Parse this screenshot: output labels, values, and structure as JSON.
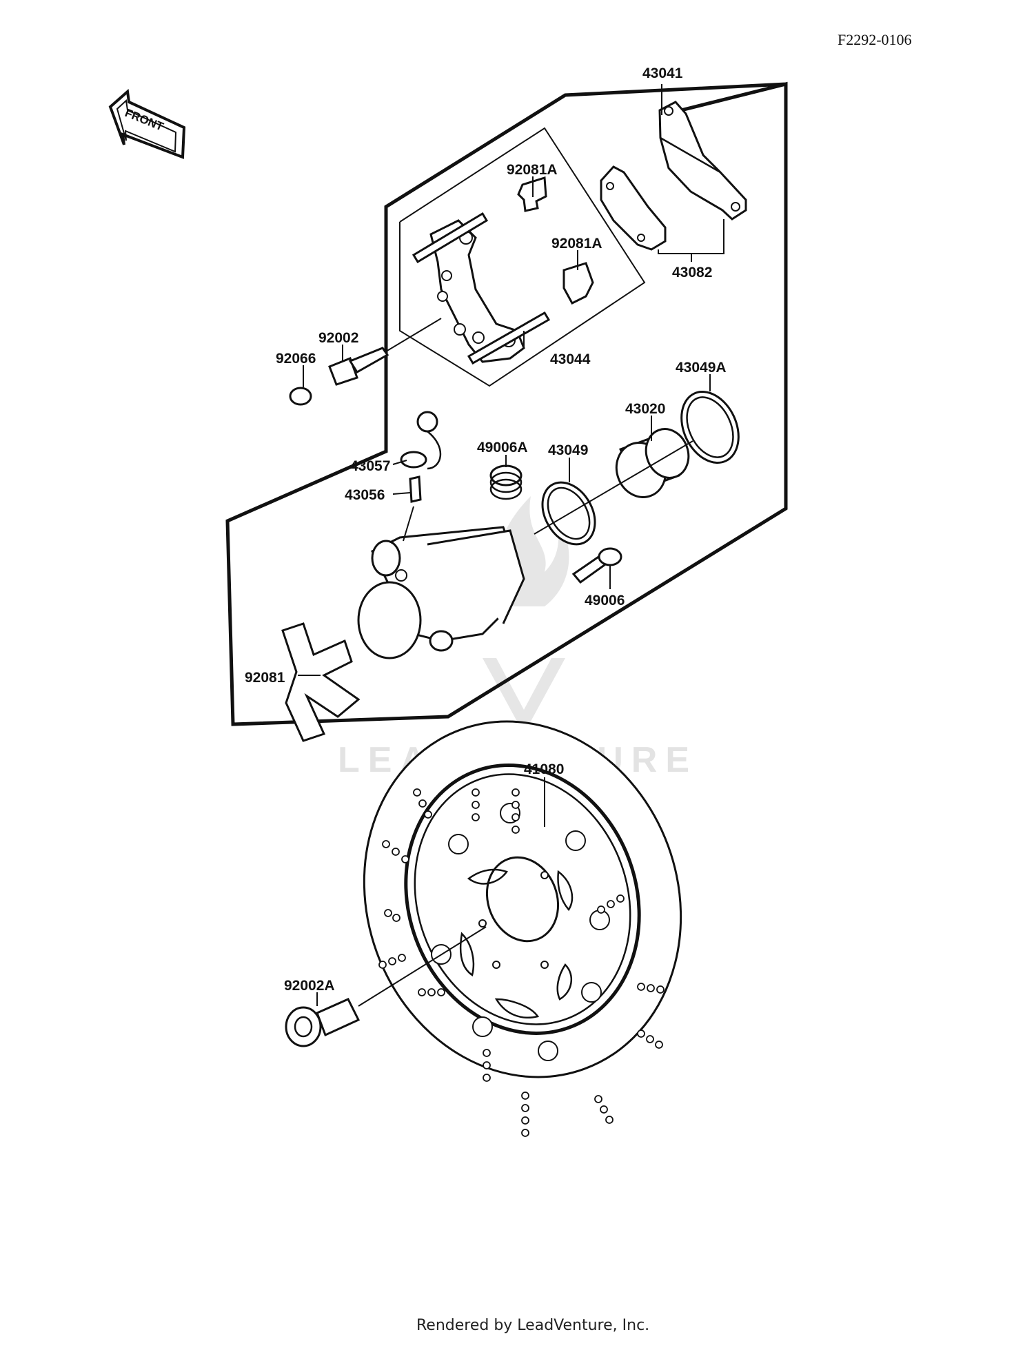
{
  "diagram_code": "F2292-0106",
  "front_arrow_label": "FRONT",
  "watermark_text": "LEADVENTURE",
  "footer_text": "Rendered by LeadVenture, Inc.",
  "parts": [
    {
      "id": "p43041",
      "label": "43041"
    },
    {
      "id": "p92081A_top",
      "label": "92081A"
    },
    {
      "id": "p92081A_mid",
      "label": "92081A"
    },
    {
      "id": "p43082",
      "label": "43082"
    },
    {
      "id": "p92002",
      "label": "92002"
    },
    {
      "id": "p92066",
      "label": "92066"
    },
    {
      "id": "p43044",
      "label": "43044"
    },
    {
      "id": "p43049A",
      "label": "43049A"
    },
    {
      "id": "p43020",
      "label": "43020"
    },
    {
      "id": "p49006A",
      "label": "49006A"
    },
    {
      "id": "p43049",
      "label": "43049"
    },
    {
      "id": "p43057",
      "label": "43057"
    },
    {
      "id": "p43056",
      "label": "43056"
    },
    {
      "id": "p49006",
      "label": "49006"
    },
    {
      "id": "p92081",
      "label": "92081"
    },
    {
      "id": "p41080",
      "label": "41080"
    },
    {
      "id": "p92002A",
      "label": "92002A"
    }
  ]
}
